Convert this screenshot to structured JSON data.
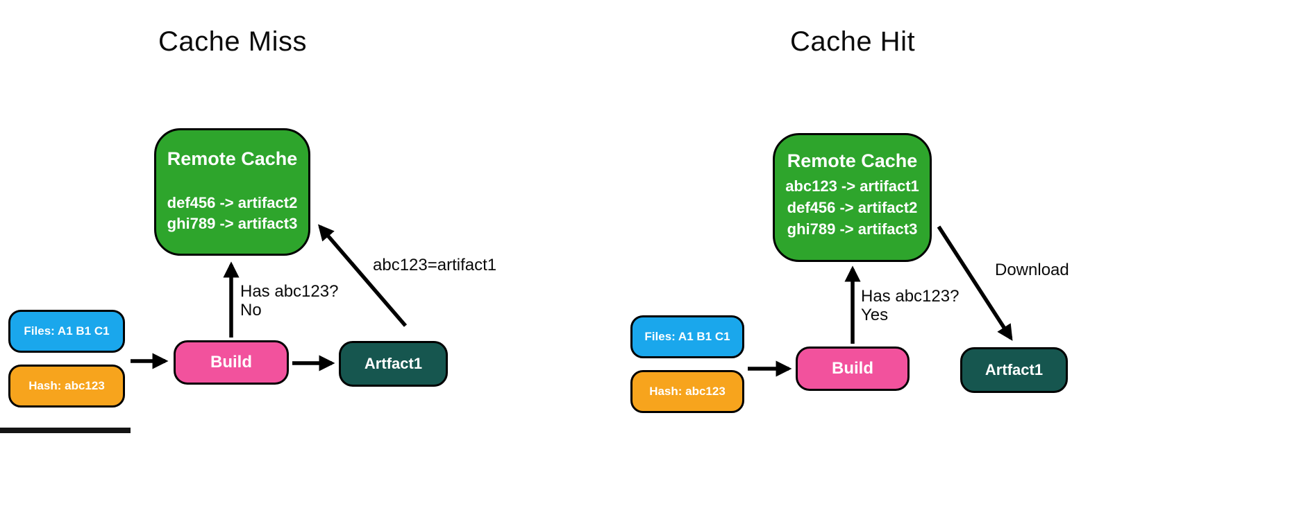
{
  "colors": {
    "green": "#2EA52C",
    "blue": "#1AA7EC",
    "orange": "#F7A41D",
    "pink": "#F2529D",
    "teal": "#16564F",
    "stroke": "#000000",
    "background": "#FFFFFF"
  },
  "cache_miss": {
    "title": "Cache Miss",
    "remote_cache": {
      "title": "Remote Cache",
      "entries": [
        "def456 -> artifact2",
        "ghi789 -> artifact3"
      ]
    },
    "files_label": "Files: A1 B1 C1",
    "hash_label": "Hash: abc123",
    "build_label": "Build",
    "artifact_label": "Artfact1",
    "query_label": "Has abc123?",
    "answer_label": "No",
    "upload_label": "abc123=artifact1"
  },
  "cache_hit": {
    "title": "Cache Hit",
    "remote_cache": {
      "title": "Remote Cache",
      "entries": [
        "abc123 -> artifact1",
        "def456 -> artifact2",
        "ghi789 -> artifact3"
      ]
    },
    "files_label": "Files: A1 B1 C1",
    "hash_label": "Hash: abc123",
    "build_label": "Build",
    "artifact_label": "Artfact1",
    "query_label": "Has abc123?",
    "answer_label": "Yes",
    "download_label": "Download"
  }
}
